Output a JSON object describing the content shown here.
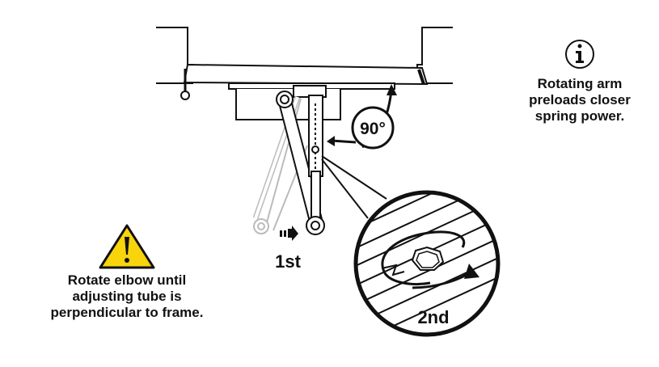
{
  "info_note": {
    "icon": "info-icon",
    "lines": [
      "Rotating arm",
      "preloads closer",
      "spring power."
    ]
  },
  "warning_note": {
    "icon": "warning-icon",
    "lines": [
      "Rotate elbow until",
      "adjusting tube is",
      "perpendicular to frame."
    ]
  },
  "angle_label": "90°",
  "step_labels": {
    "first": "1st",
    "second": "2nd"
  },
  "colors": {
    "line": "#111111",
    "ghost": "#bbbbbb",
    "warning_fill": "#f7d40c",
    "background": "#ffffff"
  }
}
